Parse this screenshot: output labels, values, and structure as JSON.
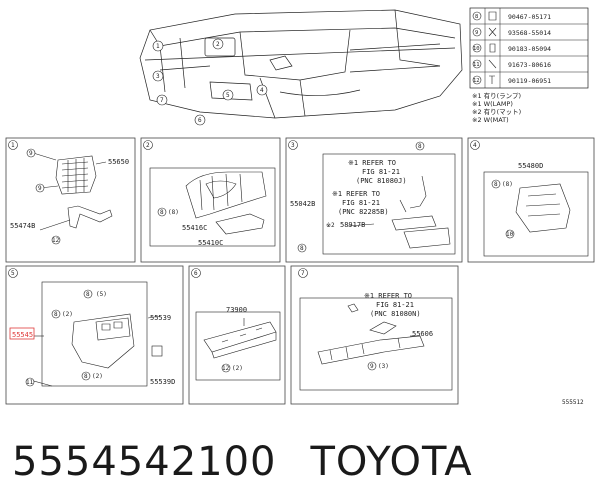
{
  "legend": {
    "rows": [
      {
        "index": "8",
        "part": "90467-05171"
      },
      {
        "index": "9",
        "part": "93568-55014"
      },
      {
        "index": "10",
        "part": "90183-05094"
      },
      {
        "index": "11",
        "part": "91673-80616"
      },
      {
        "index": "12",
        "part": "90119-06951"
      }
    ],
    "notes": [
      "※1 有り(ランプ)",
      "※1 W(LAMP)",
      "※2 有り(マット)",
      "※2 W(MAT)"
    ]
  },
  "overview_callouts": [
    "1",
    "2",
    "3",
    "4",
    "5",
    "6",
    "7"
  ],
  "panels": {
    "p1": {
      "num": "1",
      "parts": [
        "55650",
        "55474B"
      ],
      "callouts": [
        "9",
        "9",
        "12"
      ]
    },
    "p2": {
      "num": "2",
      "parts": [
        "55416C",
        "55410C"
      ],
      "callouts": [
        "8",
        "(8)"
      ]
    },
    "p3": {
      "num": "3",
      "parts": [
        "55042B",
        "58917B"
      ],
      "notes": [
        [
          "※1 REFER TO",
          "FIG 81-21",
          "(PNC 81080J)"
        ],
        [
          "※1 REFER TO",
          "FIG 81-21",
          "(PNC 82285B)"
        ]
      ],
      "callouts": [
        "8",
        "8",
        "※2"
      ]
    },
    "p4": {
      "num": "4",
      "parts": [
        "55480D"
      ],
      "callouts": [
        "8",
        "(8)",
        "10"
      ]
    },
    "p5": {
      "num": "5",
      "parts": [
        "55545",
        "55539",
        "55539D"
      ],
      "callouts": [
        "8",
        "(5)",
        "8",
        "(2)",
        "8",
        "(2)",
        "11"
      ]
    },
    "p6": {
      "num": "6",
      "parts": [
        "73900"
      ],
      "callouts": [
        "12",
        "(2)"
      ]
    },
    "p7": {
      "num": "7",
      "parts": [
        "55606"
      ],
      "notes": [
        [
          "※1 REFER TO",
          "FIG 81-21",
          "(PNC 81080N)"
        ]
      ],
      "callouts": [
        "9",
        "(3)"
      ]
    }
  },
  "figure_code": "555512",
  "footer": {
    "part_number": "5554542100",
    "brand": "TOYOTA"
  },
  "colors": {
    "line": "#222222",
    "highlight": "#e03a3a",
    "panel_border": "#444444"
  }
}
